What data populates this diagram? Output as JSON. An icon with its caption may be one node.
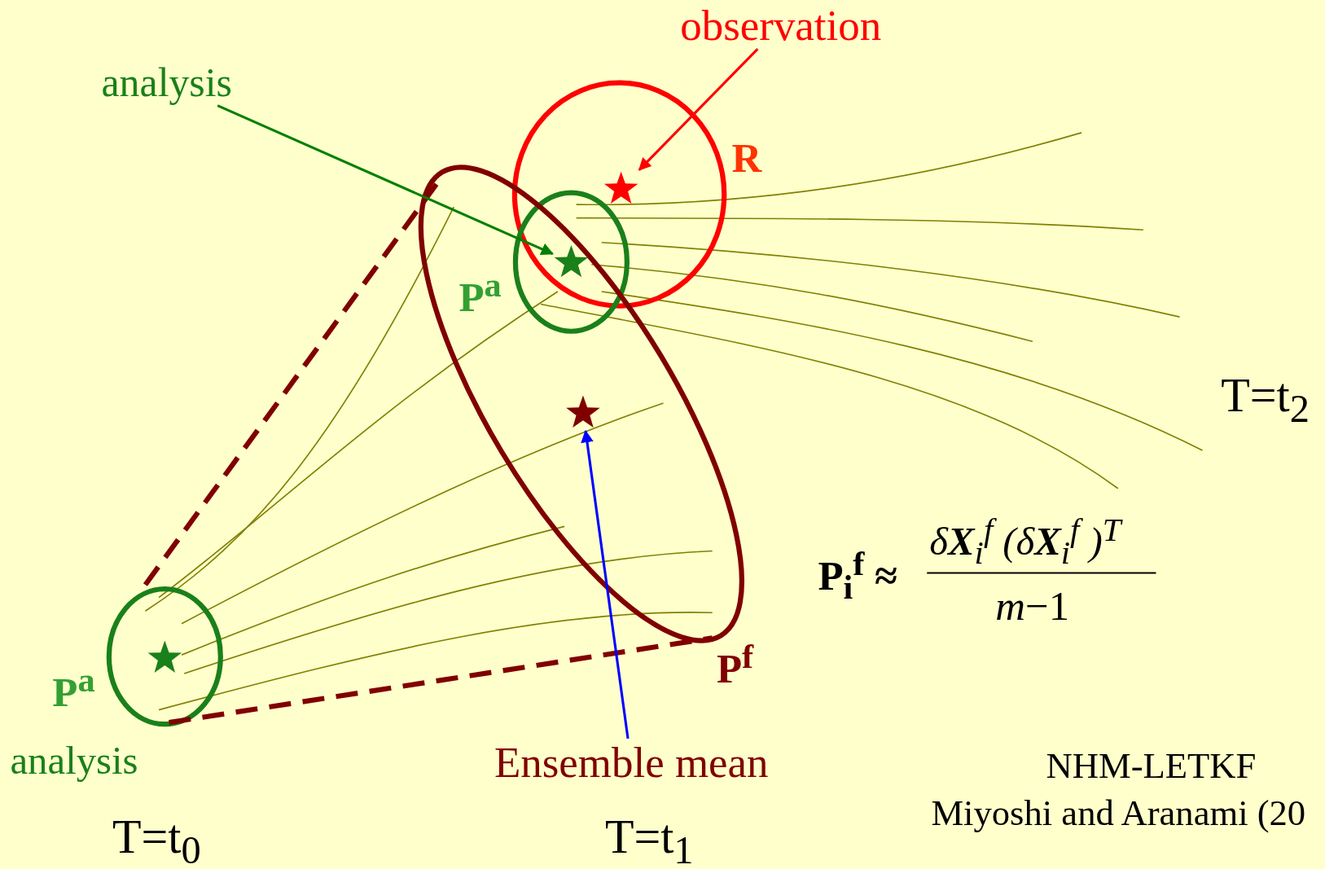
{
  "diagram": {
    "nodes": [
      {
        "text": [
          "observation"
        ]
      },
      {
        "text": [],
        "shape": "star"
      },
      {
        "text": [
          "analysis"
        ]
      },
      {
        "text": [],
        "shape": "star"
      },
      {
        "text": [
          "Ensemble mean"
        ]
      },
      {
        "text": [],
        "shape": "star"
      }
    ],
    "edges": [
      {
        "from": 0,
        "to": 1,
        "arrow": "to",
        "color": "#ff0000"
      },
      {
        "from": 2,
        "to": 3,
        "arrow": "to",
        "color": "#008000"
      },
      {
        "from": 4,
        "to": 5,
        "arrow": "to",
        "color": "#0000ff"
      }
    ],
    "labels": [
      "R",
      "P$^{a}$",
      "T=t$_{2}$",
      "P$_{i}$$^{f}$ ≈",
      "δ**X**$_{i}$$^{f}$ (δ**X**$_{i}$$^{f}$ )$^{T}$",
      "*m*−1",
      "P$^{f}$",
      "P$^{a}$",
      "analysis",
      "NHM-LETKF",
      "Miyoshi and Aranami (20",
      "T=t$_{0}$",
      "T=t$_{1}$"
    ]
  }
}
